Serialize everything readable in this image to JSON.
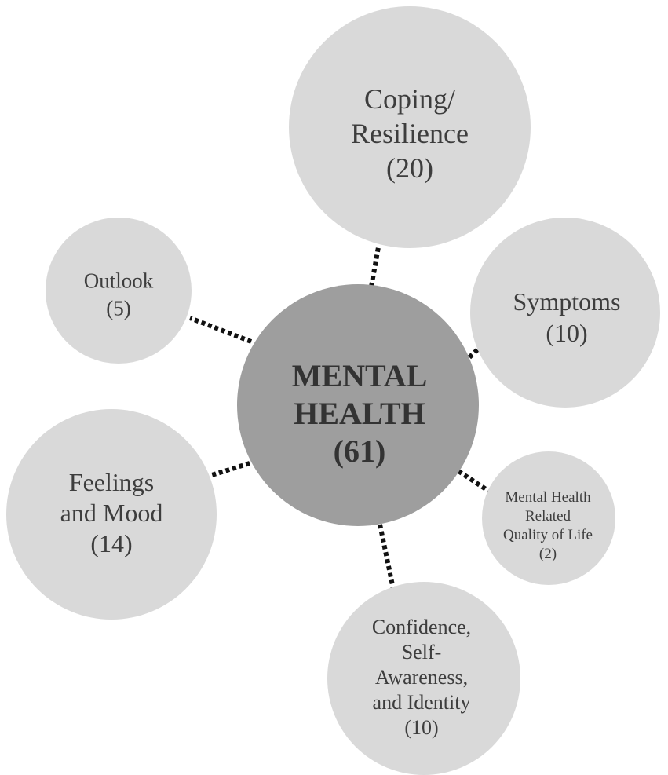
{
  "colors": {
    "center_fill": "#9e9e9e",
    "outer_fill": "#d9d9d9",
    "text": "#3d3d3d",
    "connector": "#111111"
  },
  "center": {
    "lines": [
      "MENTAL",
      "HEALTH",
      "(61)"
    ]
  },
  "themes": [
    {
      "id": "coping-resilience",
      "lines": [
        "Coping/",
        "Resilience",
        "(20)"
      ]
    },
    {
      "id": "symptoms",
      "lines": [
        "Symptoms",
        "(10)"
      ]
    },
    {
      "id": "mental-health-related-quality-of-life",
      "lines": [
        "Mental Health",
        "Related",
        "Quality of Life",
        "(2)"
      ]
    },
    {
      "id": "confidence-self-awareness-identity",
      "lines": [
        "Confidence,",
        "Self-",
        "Awareness,",
        "and Identity",
        "(10)"
      ]
    },
    {
      "id": "feelings-and-mood",
      "lines": [
        "Feelings",
        "and Mood",
        "(14)"
      ]
    },
    {
      "id": "outlook",
      "lines": [
        "Outlook",
        "(5)"
      ]
    }
  ]
}
